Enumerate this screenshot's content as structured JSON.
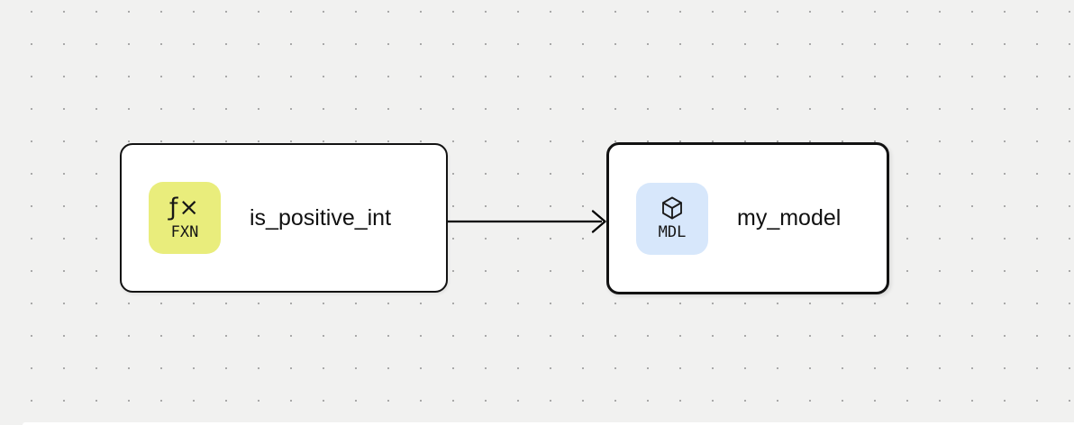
{
  "canvas": {
    "background_color": "#F1F1F0",
    "dot_color": "#A8A8A8",
    "edge_color": "#000000"
  },
  "nodes": [
    {
      "label": "is_positive_int",
      "type_badge": "FXN",
      "icon": "function-icon",
      "icon_glyph": "ƒ×",
      "badge_color": "#E9ED7C",
      "selected": false
    },
    {
      "label": "my_model",
      "type_badge": "MDL",
      "icon": "cube-icon",
      "badge_color": "#D7E7FB",
      "selected": true
    }
  ],
  "edges": [
    {
      "from": "is_positive_int",
      "to": "my_model"
    }
  ]
}
